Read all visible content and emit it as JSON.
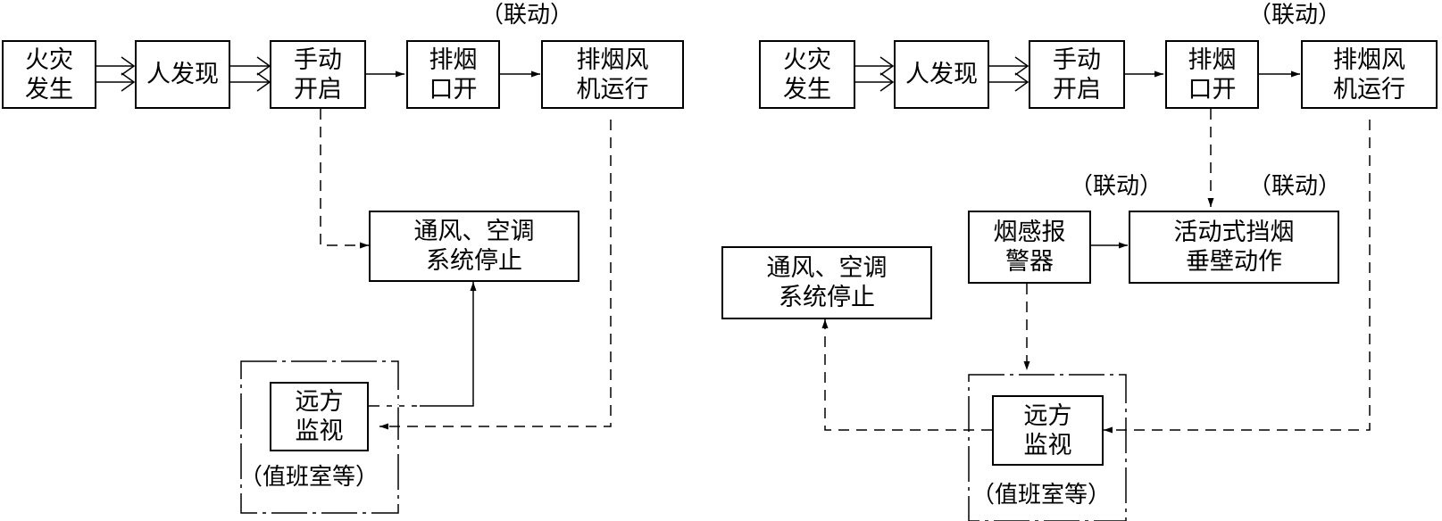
{
  "left": {
    "fire": "火灾\n发生",
    "discover": "人发现",
    "manual": "手动\n开启",
    "smoke_outlet": "排烟\n口开",
    "fan": "排烟风\n机运行",
    "hvac_stop": "通风、空调\n系统停止",
    "remote": "远方\n监视",
    "duty_room": "（值班室等）",
    "linkage": "（联动）"
  },
  "right": {
    "fire": "火灾\n发生",
    "discover": "人发现",
    "manual": "手动\n开启",
    "smoke_outlet": "排烟\n口开",
    "fan": "排烟风\n机运行",
    "detector": "烟感报\n警器",
    "curtain": "活动式挡烟\n垂壁动作",
    "hvac_stop": "通风、空调\n系统停止",
    "remote": "远方\n监视",
    "duty_room": "（值班室等）",
    "linkage_top": "（联动）",
    "linkage_detector": "（联动）",
    "linkage_curtain": "（联动）"
  }
}
